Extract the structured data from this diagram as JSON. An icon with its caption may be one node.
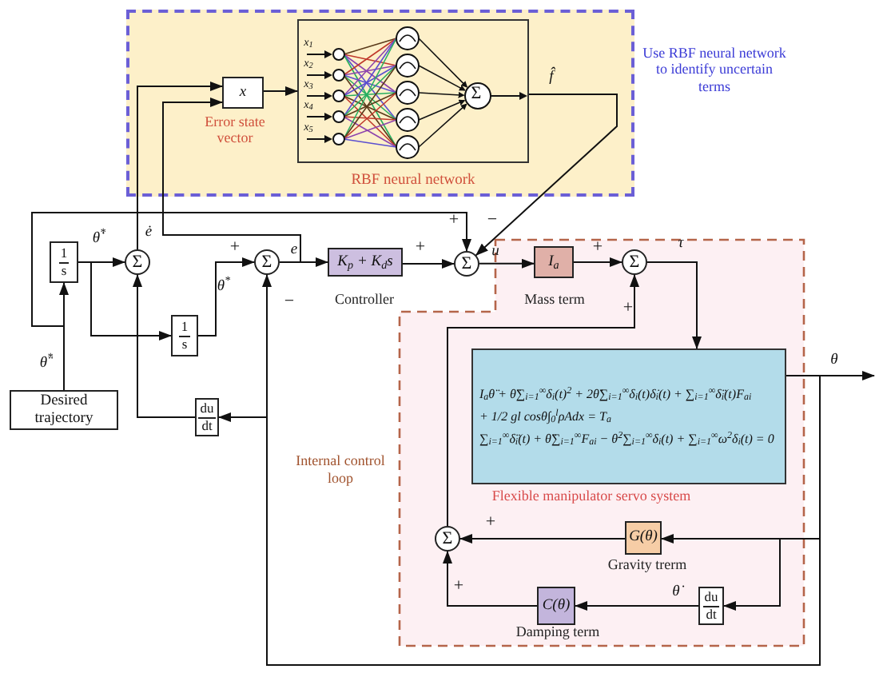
{
  "diagram": {
    "nodes": [
      {
        "text": [],
        "shape": "box",
        "beside": [
          "Use RBF neural network to identify uncertain terms"
        ]
      },
      {
        "text": [
          "x"
        ],
        "in": 0,
        "beside": [
          "Error state vector"
        ]
      },
      {
        "text": [
          "RBF neural network"
        ],
        "in": 0
      },
      {
        "text": [
          "Desired trajectory"
        ]
      },
      {
        "text": [
          "1",
          "s"
        ]
      },
      {
        "text": [
          "Σ"
        ]
      },
      {
        "text": [
          "1",
          "s"
        ]
      },
      {
        "text": [
          "Σ"
        ]
      },
      {
        "text": [
          "K$_{p}$ + K$_{d}$s"
        ],
        "beside": [
          "Controller"
        ]
      },
      {
        "text": [
          "Σ"
        ]
      },
      {
        "text": [
          "Internal control loop"
        ]
      },
      {
        "text": [
          "I$_{a}$"
        ],
        "in": 10,
        "beside": [
          "Mass term"
        ]
      },
      {
        "text": [
          "Σ"
        ],
        "in": 10
      },
      {
        "text": [
          "I$_{a}$θ̈ + θ̈∑$_{i=1}$$^{∞}$δ$_{i}$(t)$^{2}$ + 2θ̇∑$_{i=1}$$^{∞}$δ$_{i}$(t)δ̇$_{i}$(t) + ∑$_{i=1}$$^{∞}$δ̈$_{i}$(t)F$_{ai}$",
          "+ 1/2 gl cosθ∫$_{0}$$^{l}$ρAdx = T$_{a}$",
          "∑$_{i=1}$$^{∞}$δ̈$_{i}$(t) + θ̈∑$_{i=1}$$^{∞}$F$_{ai}$ − θ̇$^{2}$∑$_{i=1}$$^{∞}$δ$_{i}$(t) + ∑$_{i=1}$$^{∞}$ω$^{2}$δ$_{i}$(t) = 0"
        ],
        "in": 10,
        "beside": [
          "Flexible manipulator servo system"
        ]
      },
      {
        "text": [
          "G(θ)"
        ],
        "in": 10,
        "beside": [
          "Gravity trerm"
        ]
      },
      {
        "text": [
          "du",
          "dt"
        ],
        "in": 10
      },
      {
        "text": [
          "C(θ)"
        ],
        "in": 10,
        "beside": [
          "Damping term"
        ]
      },
      {
        "text": [
          "Σ"
        ],
        "in": 10
      },
      {
        "text": [
          "du",
          "dt"
        ]
      }
    ],
    "edges": [
      {
        "from": 3,
        "to": 4,
        "arrow": "to",
        "label": "θ̈$^{*}$"
      },
      {
        "from": 3,
        "to": 9,
        "arrow": "to"
      },
      {
        "from": 4,
        "to": 5,
        "arrow": "to",
        "label": "θ̇$^{*}$"
      },
      {
        "from": 4,
        "to": 6,
        "arrow": "to"
      },
      {
        "from": 6,
        "to": 7,
        "arrow": "to",
        "label": "θ$^{*}$"
      },
      {
        "from": 18,
        "to": 5,
        "arrow": "to"
      },
      {
        "from": 5,
        "to": 1,
        "arrow": "to",
        "label": "ė"
      },
      {
        "from": 7,
        "to": 1,
        "arrow": "to"
      },
      {
        "from": 7,
        "to": 8,
        "arrow": "to",
        "label": "e"
      },
      {
        "from": 8,
        "to": 9,
        "arrow": "to"
      },
      {
        "from": 1,
        "to": 2,
        "arrow": "to"
      },
      {
        "from": 2,
        "to": 9,
        "arrow": "to",
        "label": "f̂"
      },
      {
        "from": 9,
        "to": 11,
        "arrow": "to",
        "label": "u"
      },
      {
        "from": 11,
        "to": 12,
        "arrow": "to"
      },
      {
        "from": 12,
        "to": 13,
        "arrow": "to",
        "label": "τ"
      },
      {
        "from": 13,
        "to": null,
        "arrow": "to",
        "label": "θ"
      },
      {
        "from": 13,
        "to": 7,
        "arrow": "to"
      },
      {
        "from": 13,
        "to": 18,
        "arrow": "to"
      },
      {
        "from": 13,
        "to": 14,
        "arrow": "to"
      },
      {
        "from": 13,
        "to": 15,
        "arrow": "to"
      },
      {
        "from": 15,
        "to": 16,
        "arrow": "to",
        "label": "θ̇"
      },
      {
        "from": 14,
        "to": 17,
        "arrow": "to"
      },
      {
        "from": 16,
        "to": 17,
        "arrow": "to"
      },
      {
        "from": 17,
        "to": 12,
        "arrow": "to"
      }
    ],
    "labels": [
      "x$_{1}$",
      "x$_{2}$",
      "x$_{3}$",
      "x$_{4}$",
      "x$_{5}$",
      "Σ",
      "+",
      "−",
      "+",
      "+",
      "−",
      "+",
      "+",
      "+",
      "+"
    ]
  }
}
